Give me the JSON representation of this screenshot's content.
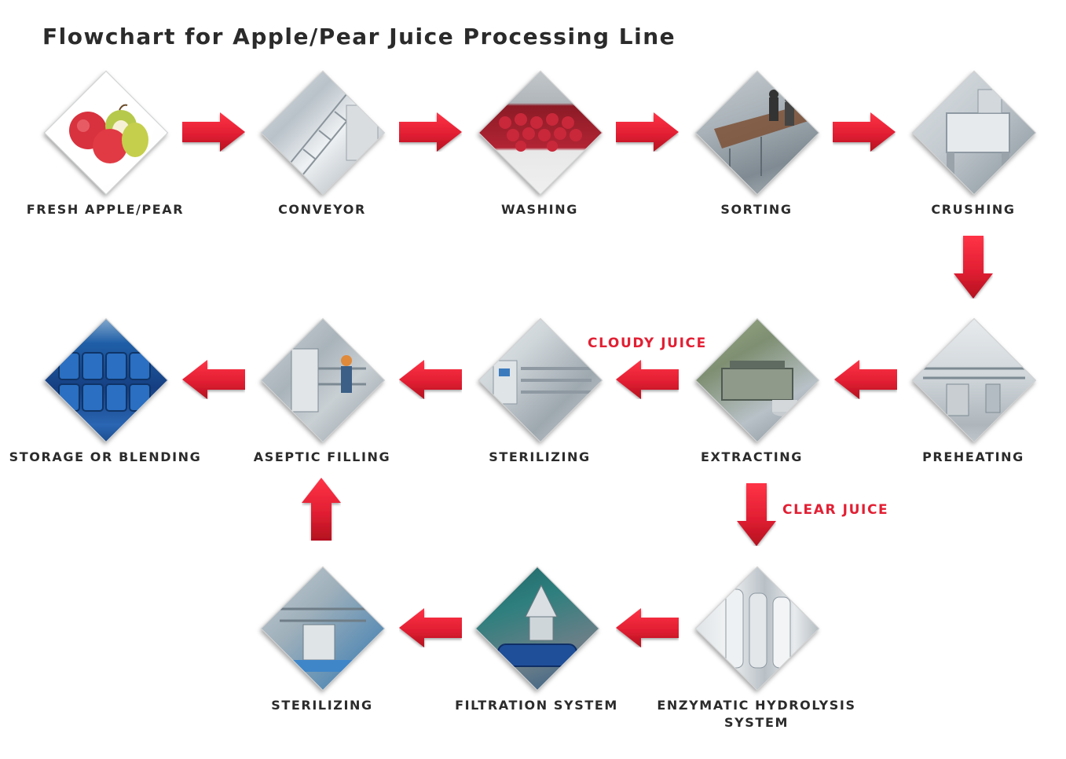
{
  "title": "Flowchart for Apple/Pear Juice Processing Line",
  "colors": {
    "arrow": "#e21f33",
    "label": "#2b2b2b",
    "branch_label": "#e21f33"
  },
  "steps": [
    {
      "id": "fresh",
      "label": "FRESH APPLE/PEAR"
    },
    {
      "id": "conveyor",
      "label": "CONVEYOR"
    },
    {
      "id": "washing",
      "label": "WASHING"
    },
    {
      "id": "sorting",
      "label": "SORTING"
    },
    {
      "id": "crushing",
      "label": "CRUSHING"
    },
    {
      "id": "preheating",
      "label": "PREHEATING"
    },
    {
      "id": "extracting",
      "label": "EXTRACTING"
    },
    {
      "id": "sterilizing_cloudy",
      "label": "STERILIZING"
    },
    {
      "id": "aseptic",
      "label": "ASEPTIC FILLING"
    },
    {
      "id": "storage",
      "label": "STORAGE OR BLENDING"
    },
    {
      "id": "enzymatic",
      "label": "ENZYMATIC HYDROLYSIS SYSTEM",
      "lines": [
        "ENZYMATIC HYDROLYSIS",
        "SYSTEM"
      ]
    },
    {
      "id": "filtration",
      "label": "FILTRATION SYSTEM"
    },
    {
      "id": "sterilizing_clear",
      "label": "STERILIZING"
    }
  ],
  "branches": {
    "cloudy": "CLOUDY JUICE",
    "clear": "CLEAR JUICE"
  },
  "flows": [
    {
      "from": "fresh",
      "to": "conveyor"
    },
    {
      "from": "conveyor",
      "to": "washing"
    },
    {
      "from": "washing",
      "to": "sorting"
    },
    {
      "from": "sorting",
      "to": "crushing"
    },
    {
      "from": "crushing",
      "to": "preheating"
    },
    {
      "from": "preheating",
      "to": "extracting"
    },
    {
      "from": "extracting",
      "to": "sterilizing_cloudy",
      "branch": "CLOUDY JUICE"
    },
    {
      "from": "sterilizing_cloudy",
      "to": "aseptic"
    },
    {
      "from": "aseptic",
      "to": "storage"
    },
    {
      "from": "extracting",
      "to": "enzymatic",
      "branch": "CLEAR JUICE"
    },
    {
      "from": "enzymatic",
      "to": "filtration"
    },
    {
      "from": "filtration",
      "to": "sterilizing_clear"
    },
    {
      "from": "sterilizing_clear",
      "to": "aseptic"
    }
  ]
}
